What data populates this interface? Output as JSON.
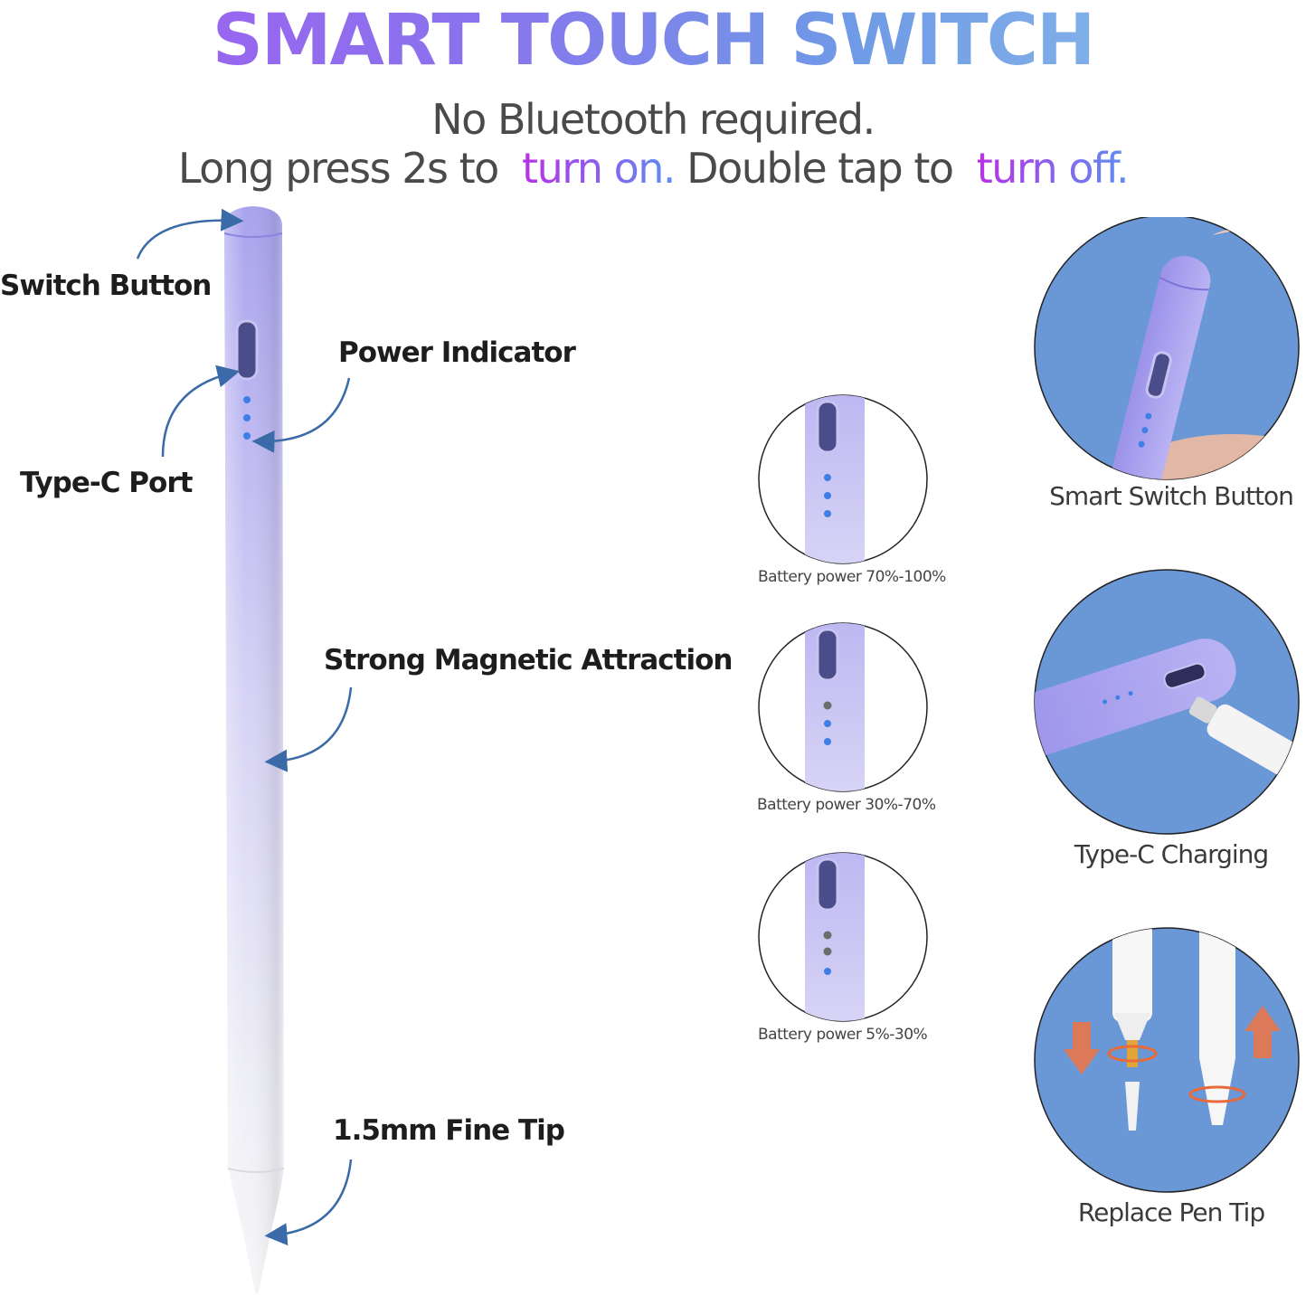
{
  "header": {
    "title": "SMART TOUCH SWITCH",
    "line1": "No Bluetooth required.",
    "line2_a": "Long press 2s to",
    "line2_turn_on": "turn on.",
    "line2_b": "Double tap to",
    "line2_turn_off": "turn off."
  },
  "callouts": {
    "switch_button": "Switch Button",
    "power_indicator": "Power Indicator",
    "type_c_port": "Type-C Port",
    "magnetic": "Strong Magnetic Attraction",
    "fine_tip": "1.5mm Fine Tip"
  },
  "battery_levels": [
    {
      "caption": "Battery power 70%-100%",
      "lit_dots": 3
    },
    {
      "caption": "Battery power 30%-70%",
      "lit_dots": 2
    },
    {
      "caption": "Battery power 5%-30%",
      "lit_dots": 1
    }
  ],
  "features": {
    "smart_switch": "Smart Switch Button",
    "type_c_charging": "Type-C Charging",
    "replace_tip": "Replace Pen Tip"
  },
  "colors": {
    "lavender": "#a9a3ee",
    "circle_blue": "#6a97d6",
    "dot_blue": "#3d7fe6",
    "dot_gray": "#6c6c6c",
    "arrow_blue": "#3a6aa8"
  }
}
